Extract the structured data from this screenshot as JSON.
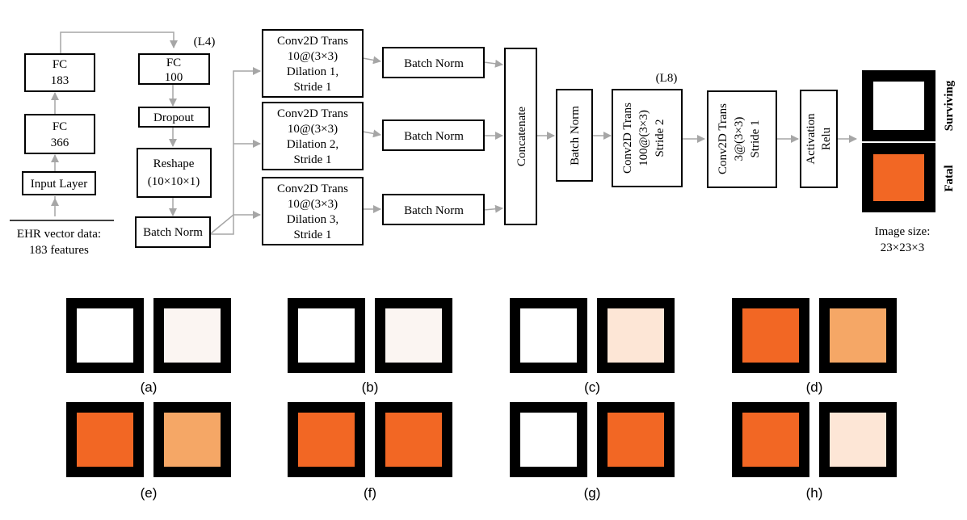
{
  "diagram": {
    "input_caption": [
      "EHR vector data:",
      "183 features"
    ],
    "input_layer": "Input Layer",
    "fc366": [
      "FC",
      "366"
    ],
    "fc183": [
      "FC",
      "183"
    ],
    "layer4_tag": "(L4)",
    "fc100": [
      "FC",
      "100"
    ],
    "dropout": "Dropout",
    "reshape": [
      "Reshape",
      "(10×10×1)"
    ],
    "batchnorm_left": "Batch Norm",
    "conv_branches": [
      [
        "Conv2D Trans",
        "10@(3×3)",
        "Dilation 1,",
        "Stride 1"
      ],
      [
        "Conv2D Trans",
        "10@(3×3)",
        "Dilation 2,",
        "Stride 1"
      ],
      [
        "Conv2D Trans",
        "10@(3×3)",
        "Dilation 3,",
        "Stride 1"
      ]
    ],
    "branch_batchnorm": [
      "Batch Norm",
      "Batch Norm",
      "Batch Norm"
    ],
    "concatenate": "Concatenate",
    "batchnorm_after": "Batch Norm",
    "layer8_tag": "(L8)",
    "conv_stride2": [
      "Conv2D Trans",
      "100@(3×3)",
      "Stride 2"
    ],
    "conv_final": [
      "Conv2D Trans",
      "3@(3×3)",
      "Stride 1"
    ],
    "activation": [
      "Activation",
      "Relu"
    ],
    "output_labels": [
      "Surviving",
      "Fatal"
    ],
    "image_size": [
      "Image size:",
      "23×23×3"
    ]
  },
  "examples": [
    {
      "label": "(a)",
      "left": "white",
      "right": "faint"
    },
    {
      "label": "(b)",
      "left": "white",
      "right": "faint"
    },
    {
      "label": "(c)",
      "left": "white",
      "right": "light-peach"
    },
    {
      "label": "(d)",
      "left": "orange",
      "right": "mid-orange"
    },
    {
      "label": "(e)",
      "left": "orange",
      "right": "mid-orange"
    },
    {
      "label": "(f)",
      "left": "orange",
      "right": "orange"
    },
    {
      "label": "(g)",
      "left": "white",
      "right": "orange"
    },
    {
      "label": "(h)",
      "left": "orange",
      "right": "light-peach"
    }
  ],
  "colors": {
    "frame": "#000000",
    "white": "#ffffff",
    "faint": "#fbf5f2",
    "light-peach": "#fde6d6",
    "mid-orange": "#f5a766",
    "orange": "#f26724",
    "arrow": "#a6a6a6"
  }
}
